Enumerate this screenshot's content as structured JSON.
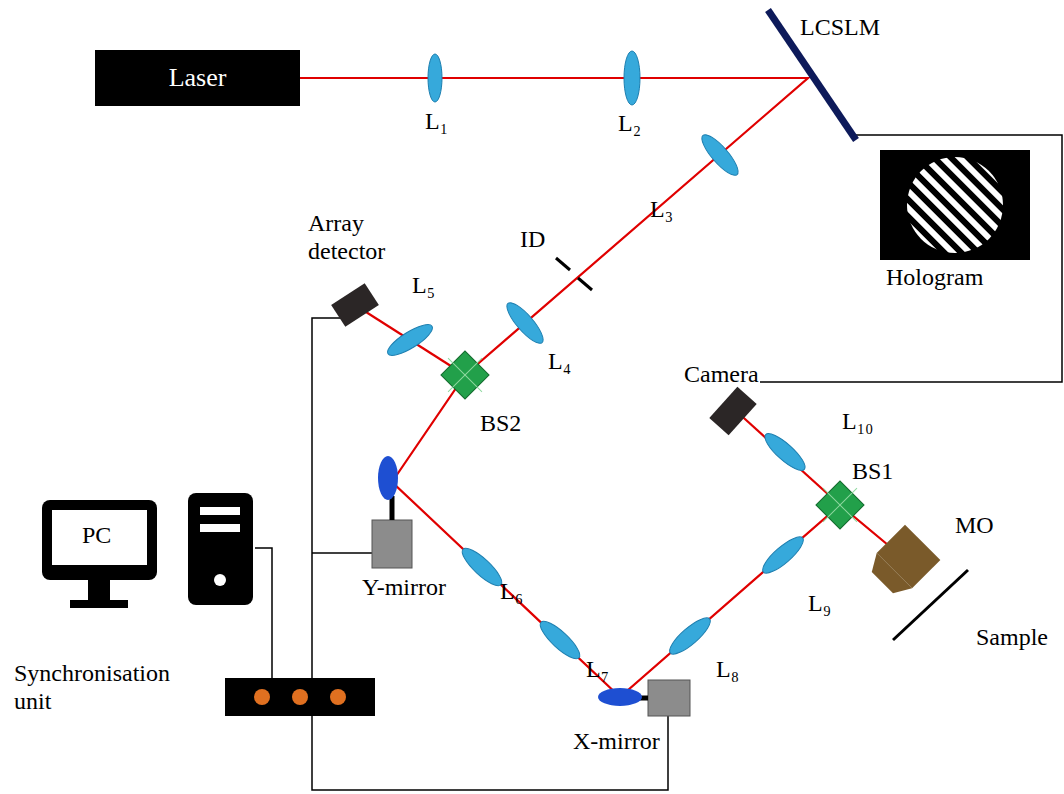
{
  "diagram": {
    "nodes": [
      {
        "text": [
          "Laser"
        ]
      }
    ],
    "labels": [
      "LCSLM",
      "L₁",
      "L₂",
      "L₃",
      "Hologram",
      "ID",
      "Array detector",
      "L₅",
      "L₄",
      "Camera",
      "L₁₀",
      "BS2",
      "BS1",
      "PC",
      "Y-mirror",
      "L₆",
      "MO",
      "L₉",
      "L₇",
      "L₈",
      "Sample",
      "Synchronisation unit",
      "X-mirror"
    ]
  }
}
